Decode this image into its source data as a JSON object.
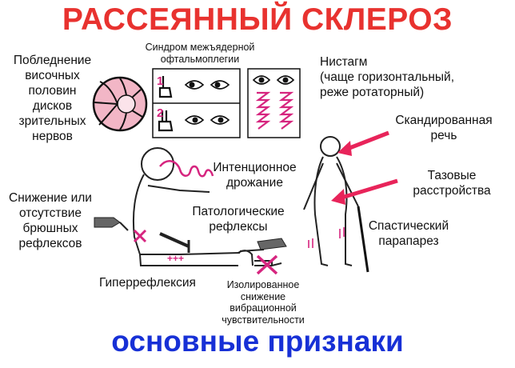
{
  "title": "РАССЕЯННЫЙ СКЛЕРОЗ",
  "footer": "основные признаки",
  "colors": {
    "title": "#e8322f",
    "footer": "#1730d6",
    "accent_pink": "#d6257f",
    "arrow_red": "#e8245a",
    "disc_fill": "#f2b6c6"
  },
  "icons": [
    "optic-disc-icon",
    "hand-finger-one-icon",
    "hand-finger-two-icon",
    "eye-icon",
    "zigzag-nystagmus-icon",
    "standing-person-icon",
    "seated-patient-icon",
    "reflex-hammer-icon",
    "tuning-fork-icon",
    "cross-mark-icon",
    "arrow-icon"
  ],
  "labels": {
    "optic_atrophy": [
      "Побледнение",
      "височных",
      "половин",
      "дисков",
      "зрительных",
      "нервов"
    ],
    "ino_title": [
      "Синдром межъядерной",
      "офтальмоплегии"
    ],
    "ino_row1": "1",
    "ino_row2": "2",
    "nystagmus": [
      "Нистагм",
      "(чаще горизонтальный,",
      "реже ротаторный)"
    ],
    "scanning_speech": [
      "Скандированная",
      "речь"
    ],
    "pelvic": [
      "Тазовые",
      "расстройства"
    ],
    "paraparesis": [
      "Спастический",
      "парапарез"
    ],
    "intention_tremor": [
      "Интенционное",
      "дрожание"
    ],
    "pathological_reflexes": [
      "Патологические",
      "рефлексы"
    ],
    "abdominal_reflexes": [
      "Снижение или",
      "отсутствие",
      "брюшных",
      "рефлексов"
    ],
    "hyperreflexia": "Гиперрефлексия",
    "plus_marks": "+++",
    "vibration": [
      "Изолированное",
      "снижение",
      "вибрационной",
      "чувствительности"
    ]
  }
}
